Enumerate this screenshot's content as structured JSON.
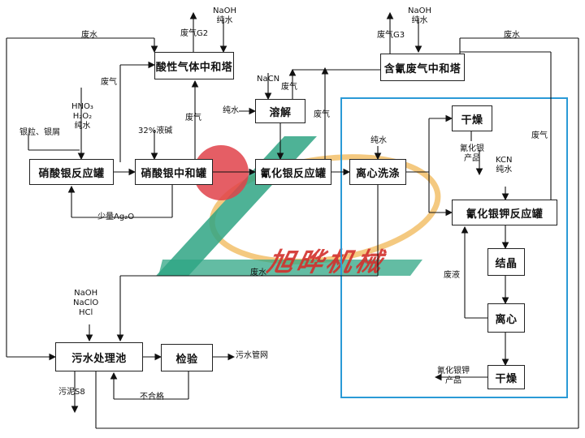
{
  "boxes": {
    "acid_gas_tower": "酸性气体中和塔",
    "cyanide_gas_tower": "含氰废气中和塔",
    "dissolve": "溶解",
    "silver_nitrate_reactor": "硝酸银反应罐",
    "silver_nitrate_neutralizer": "硝酸银中和罐",
    "silver_cyanide_reactor": "氰化银反应罐",
    "centrifuge_wash": "离心洗涤",
    "dry_top": "干燥",
    "potassium_silver_cyanide_reactor": "氰化银钾反应罐",
    "crystallize": "结晶",
    "centrifuge": "离心",
    "dry_bottom": "干燥",
    "wastewater_pool": "污水处理池",
    "inspection": "检验"
  },
  "labels": {
    "waste_water_top_left": "废水",
    "waste_gas_g2": "废气G2",
    "naoh_water_1": "NaOH\n纯水",
    "waste_gas_1": "废气",
    "hno3_h2o2_water": "HNO₃\nH₂O₂\n纯水",
    "silver_input": "银粒、银屑",
    "naoh_32": "32%液碱",
    "waste_gas_2": "废气",
    "small_ag2o": "少量Ag₂O",
    "nacn": "NaCN",
    "waste_gas_3": "废气",
    "pure_water_dissolve": "纯水",
    "waste_gas_4": "废气",
    "waste_gas_g3": "废气G3",
    "naoh_water_2": "NaOH\n纯水",
    "waste_water_top_right": "废水",
    "pure_water_wash": "纯水",
    "silver_cyanide_product": "氰化银\n产品",
    "kcn_water": "KCN\n纯水",
    "waste_gas_5": "废气",
    "waste_liquid": "废液",
    "waste_water_mid": "废水",
    "naoh_naclo_hcl": "NaOH\nNaClO\nHCl",
    "sludge_s8": "污泥S8",
    "unqualified": "不合格",
    "sewer": "污水管网",
    "ksc_product": "氰化银钾\n产品"
  },
  "watermark": {
    "text": "旭晔机械",
    "colors": {
      "circle": "#e0424a",
      "diag": "#2fa584",
      "swirl": "#f0b24a"
    }
  }
}
